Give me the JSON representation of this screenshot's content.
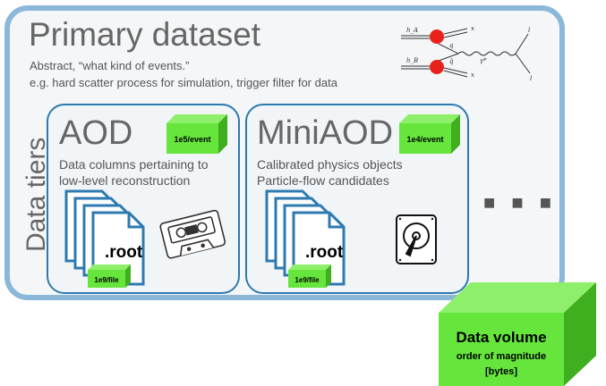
{
  "primary": {
    "title": "Primary dataset",
    "line1": "Abstract, “what kind of events.”",
    "line2": "e.g. hard scatter process for simulation, trigger filter for data"
  },
  "tiers_label": "Data tiers",
  "aod": {
    "title": "AOD",
    "size_badge": "1e5/event",
    "desc1": "Data columns pertaining to",
    "desc2": "low-level reconstruction",
    "file_ext": ".root",
    "file_badge": "1e9/file"
  },
  "miniaod": {
    "title": "MiniAOD",
    "size_badge": "1e4/event",
    "desc1": "Calibrated physics objects",
    "desc2": "Particle-flow candidates",
    "file_ext": ".root",
    "file_badge": "1e9/file"
  },
  "ellipsis": "■ ■ ■",
  "legend": {
    "line1": "Data volume",
    "line2": "order of magnitude",
    "line3": "[bytes]"
  },
  "feynman": {
    "hA": "h_A",
    "hB": "h_B",
    "x1": "x",
    "x2": "x",
    "q1": "q",
    "q2": "q̄",
    "gamma": "γ*",
    "l1": "l",
    "l2": "l"
  },
  "colors": {
    "outer_border": "#8bb8d9",
    "panel_border": "#2d7ab0",
    "cube_green": "#66e63c",
    "cube_dark": "#4cc424",
    "blob_red": "#e8221b"
  }
}
